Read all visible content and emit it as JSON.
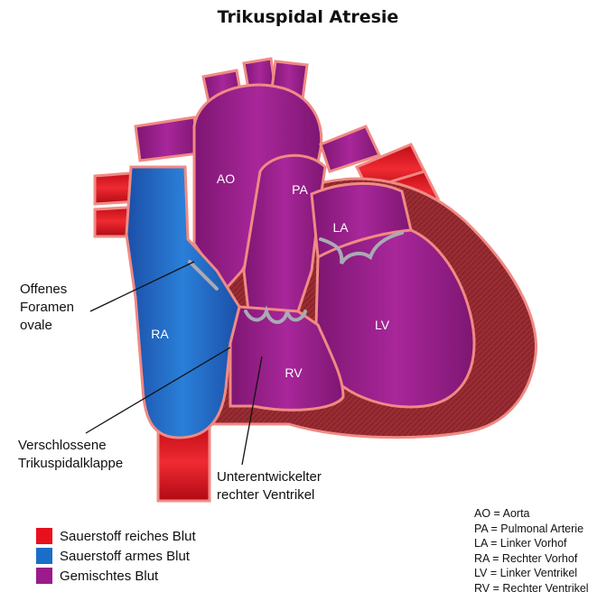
{
  "title": "Trikuspidal Atresie",
  "chamber_labels": {
    "ao": "AO",
    "pa": "PA",
    "la": "LA",
    "ra": "RA",
    "lv": "LV",
    "rv": "RV"
  },
  "callouts": {
    "foramen": [
      "Offenes",
      "Foramen",
      "ovale"
    ],
    "klappe": [
      "Verschlossene",
      "Trikuspidalklappe"
    ],
    "ventrikel": [
      "Unterentwickelter",
      "rechter Ventrikel"
    ]
  },
  "legend": [
    {
      "label": "Sauerstoff reiches Blut",
      "color": "#e8101c"
    },
    {
      "label": "Sauerstoff armes Blut",
      "color": "#1a6ec8"
    },
    {
      "label": "Gemischtes Blut",
      "color": "#9b1a8c"
    }
  ],
  "abbreviations": [
    "AO = Aorta",
    "PA = Pulmonal Arterie",
    "LA = Linker Vorhof",
    "RA = Rechter Vorhof",
    "LV = Linker Ventrikel",
    "RV = Rechter Ventrikel"
  ],
  "colors": {
    "oxygenated": "#e8101c",
    "deoxygenated": "#1a6ec8",
    "mixed": "#9b1a8c",
    "myocardium": "#9a2c33",
    "outline": "#f08a84"
  }
}
